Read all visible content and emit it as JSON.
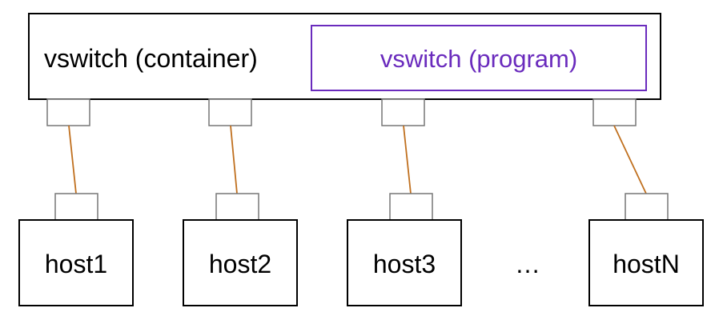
{
  "switch": {
    "container_label": "vswitch (container)",
    "program_label": "vswitch (program)",
    "program_color": "#6a2bbd"
  },
  "hosts": [
    {
      "label": "host1"
    },
    {
      "label": "host2"
    },
    {
      "label": "host3"
    },
    {
      "label": "hostN"
    }
  ],
  "ellipsis": "…",
  "colors": {
    "box_stroke": "#000000",
    "port_stroke": "#777777",
    "link": "#c0701f"
  }
}
